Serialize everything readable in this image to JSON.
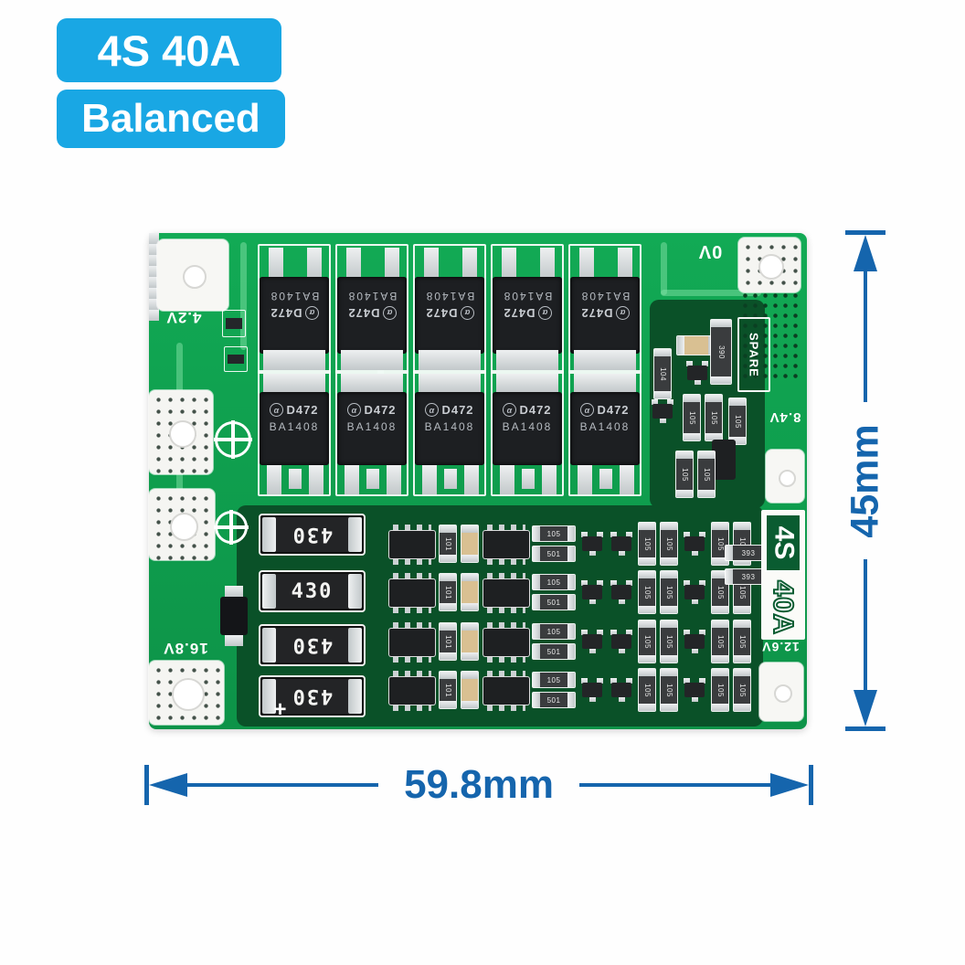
{
  "badges": {
    "line1": "4S 40A",
    "line2": "Balanced"
  },
  "dimensions": {
    "width": "59.8mm",
    "height": "45mm"
  },
  "colors": {
    "badge": "#19a7e4",
    "dimension_blue": "#1565ad",
    "board_green": "#0f9f4e",
    "board_dark_green": "#0a5128"
  },
  "board": {
    "voltage_labels": {
      "v1": "4.2V",
      "v2": "0V",
      "v3": "8.4V",
      "v4": "16.8V",
      "v5": "12.6V"
    },
    "plus_mark": "+",
    "rating": {
      "cells": "4S",
      "current": "40A"
    },
    "spare": "SPARE",
    "mosfet": {
      "logo": "α",
      "part": "D472",
      "lot": "BA1408"
    },
    "big_resistor_label": "430",
    "small_parts": {
      "r101": "101",
      "r105": "105",
      "r501": "501",
      "r390": "390",
      "r393": "393",
      "r104": "104"
    }
  }
}
